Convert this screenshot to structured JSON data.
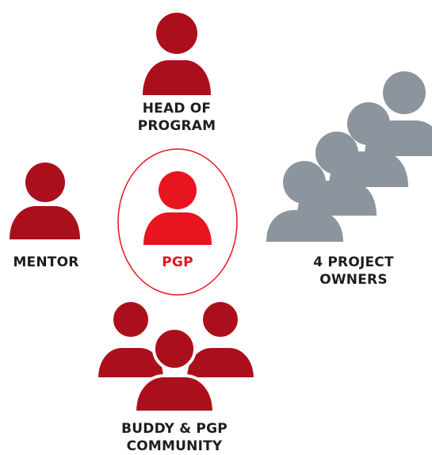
{
  "colors": {
    "role_red": "#ac0f1c",
    "pgp_red": "#e8141f",
    "owners_gray": "#8c959d",
    "text_dark": "#1e1e1e"
  },
  "icons": {
    "head": "person-icon",
    "mentor": "person-icon",
    "pgp": "person-icon",
    "owners": "person-group-icon",
    "community": "person-group-icon"
  },
  "nodes": {
    "head_of_program": {
      "line1": "HEAD OF",
      "line2": "PROGRAM"
    },
    "mentor": {
      "label": "MENTOR"
    },
    "pgp": {
      "label": "PGP"
    },
    "project_owners": {
      "line1": "4 PROJECT",
      "line2": "OWNERS"
    },
    "community": {
      "line1": "BUDDY & PGP",
      "line2": "COMMUNITY"
    }
  }
}
